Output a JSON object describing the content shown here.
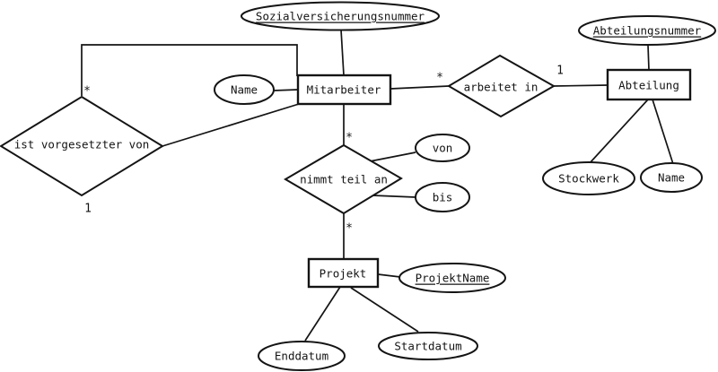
{
  "diagram": {
    "kind": "entity-relationship-diagram",
    "language": "de",
    "colors": {
      "stroke": "#141414",
      "shape_fill": "#ffffff",
      "background": "#ffffff"
    },
    "entities": {
      "mitarbeiter": {
        "label": "Mitarbeiter"
      },
      "abteilung": {
        "label": "Abteilung"
      },
      "projekt": {
        "label": "Projekt"
      }
    },
    "relationships": {
      "ist_vorgesetzter_von": {
        "label": "ist vorgesetzter von"
      },
      "arbeitet_in": {
        "label": "arbeitet in"
      },
      "nimmt_teil_an": {
        "label": "nimmt teil an"
      }
    },
    "attributes": {
      "sozialversicherungsnummer": {
        "label": "Sozialversicherungsnummer",
        "is_key": true,
        "owner": "Mitarbeiter"
      },
      "name_mitarbeiter": {
        "label": "Name",
        "is_key": false,
        "owner": "Mitarbeiter"
      },
      "abteilungsnummer": {
        "label": "Abteilungsnummer",
        "is_key": true,
        "owner": "Abteilung"
      },
      "stockwerk": {
        "label": "Stockwerk",
        "is_key": false,
        "owner": "Abteilung"
      },
      "name_abteilung": {
        "label": "Name",
        "is_key": false,
        "owner": "Abteilung"
      },
      "von": {
        "label": "von",
        "is_key": false,
        "owner": "nimmt teil an"
      },
      "bis": {
        "label": "bis",
        "is_key": false,
        "owner": "nimmt teil an"
      },
      "projektname": {
        "label": "ProjektName",
        "is_key": true,
        "owner": "Projekt"
      },
      "enddatum": {
        "label": "Enddatum",
        "is_key": false,
        "owner": "Projekt"
      },
      "startdatum": {
        "label": "Startdatum",
        "is_key": false,
        "owner": "Projekt"
      }
    },
    "cardinalities": {
      "vorgesetzter_many": "*",
      "vorgesetzter_one": "1",
      "arbeitet_many": "*",
      "arbeitet_one": "1",
      "nimmt_mitarbeiter_many": "*",
      "nimmt_projekt_many": "*"
    },
    "connections": [
      {
        "from": "Sozialversicherungsnummer",
        "to": "Mitarbeiter"
      },
      {
        "from": "Name",
        "to": "Mitarbeiter"
      },
      {
        "from": "ist vorgesetzter von",
        "to": "Mitarbeiter",
        "via": "orthogonal-top",
        "cardinality": "*"
      },
      {
        "from": "ist vorgesetzter von",
        "to": "Mitarbeiter",
        "via": "diagonal-right",
        "cardinality": "1"
      },
      {
        "from": "Mitarbeiter",
        "to": "arbeitet in",
        "cardinality": "*"
      },
      {
        "from": "arbeitet in",
        "to": "Abteilung",
        "cardinality": "1"
      },
      {
        "from": "Abteilungsnummer",
        "to": "Abteilung"
      },
      {
        "from": "Abteilung",
        "to": "Stockwerk"
      },
      {
        "from": "Abteilung",
        "to": "Name"
      },
      {
        "from": "Mitarbeiter",
        "to": "nimmt teil an",
        "cardinality": "*"
      },
      {
        "from": "nimmt teil an",
        "to": "von"
      },
      {
        "from": "nimmt teil an",
        "to": "bis"
      },
      {
        "from": "nimmt teil an",
        "to": "Projekt",
        "cardinality": "*"
      },
      {
        "from": "Projekt",
        "to": "ProjektName"
      },
      {
        "from": "Projekt",
        "to": "Enddatum"
      },
      {
        "from": "Projekt",
        "to": "Startdatum"
      }
    ]
  }
}
